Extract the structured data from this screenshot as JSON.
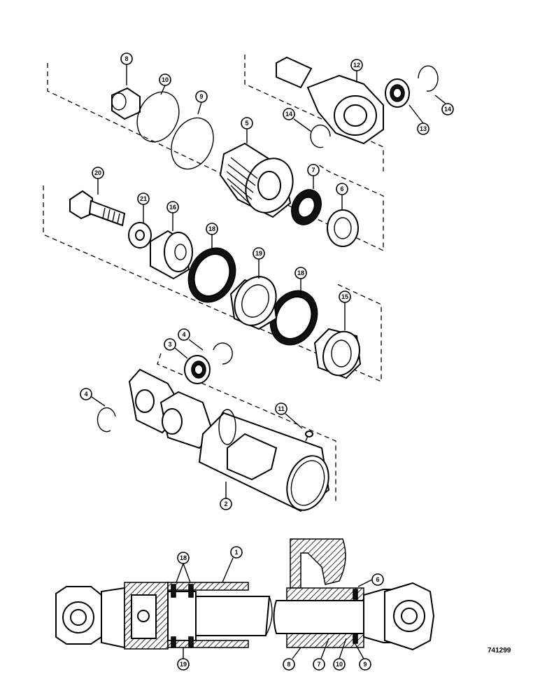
{
  "figure_number": "741299",
  "callouts": {
    "c8a": "8",
    "c10a": "10",
    "c9a": "9",
    "c5": "5",
    "c12": "12",
    "c13": "13",
    "c14a": "14",
    "c14b": "14",
    "c7a": "7",
    "c6a": "6",
    "c20": "20",
    "c21": "21",
    "c16": "16",
    "c18a": "18",
    "c19a": "19",
    "c18b": "18",
    "c15": "15",
    "c4a": "4",
    "c3": "3",
    "c4b": "4",
    "c11": "11",
    "c2": "2",
    "c18c": "18",
    "c1": "1",
    "c19b": "19",
    "c6b": "6",
    "c8b": "8",
    "c7b": "7",
    "c10b": "10",
    "c9b": "9"
  }
}
